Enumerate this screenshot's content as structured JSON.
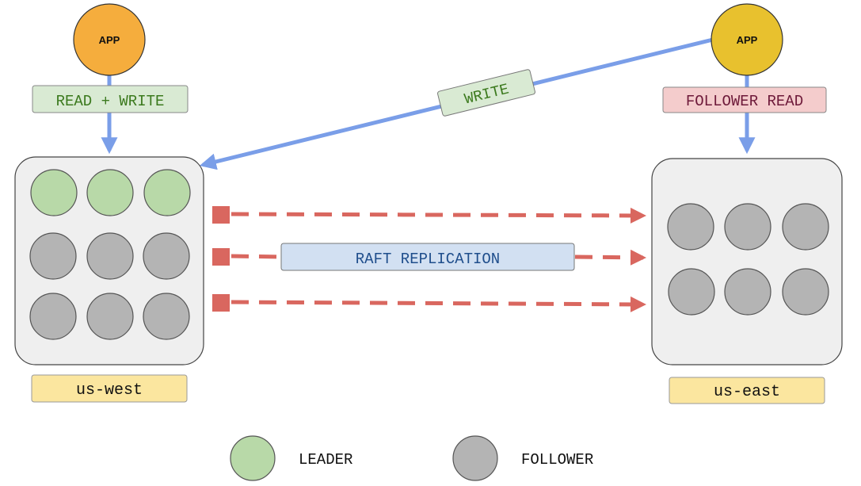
{
  "apps": {
    "west": {
      "label": "APP",
      "color": "#f5ad3d"
    },
    "east": {
      "label": "APP",
      "color": "#e8c12e"
    }
  },
  "labels": {
    "read_write": "READ + WRITE",
    "write": "WRITE",
    "follower_read": "FOLLOWER READ",
    "raft_replication": "RAFT REPLICATION"
  },
  "regions": {
    "west": {
      "name": "us-west"
    },
    "east": {
      "name": "us-east"
    }
  },
  "legend": {
    "leader": "LEADER",
    "follower": "FOLLOWER"
  },
  "colors": {
    "leader": "#b8d9a8",
    "follower": "#b4b4b4",
    "flow_arrow": "#7a9ee8",
    "replication_arrow": "#d9675f",
    "region_label_bg": "#fbe69f",
    "read_write_bg": "#d9ead3",
    "follower_read_bg": "#f4cccc",
    "raft_bg": "#d2e0f2"
  }
}
